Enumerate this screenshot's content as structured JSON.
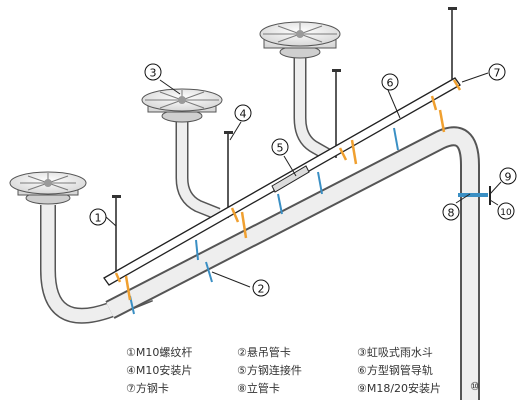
{
  "diagram": {
    "callouts": [
      {
        "id": "c1",
        "num": "1"
      },
      {
        "id": "c2",
        "num": "2"
      },
      {
        "id": "c3",
        "num": "3"
      },
      {
        "id": "c4",
        "num": "4"
      },
      {
        "id": "c5",
        "num": "5"
      },
      {
        "id": "c6",
        "num": "6"
      },
      {
        "id": "c7",
        "num": "7"
      },
      {
        "id": "c8",
        "num": "8"
      },
      {
        "id": "c9",
        "num": "9"
      },
      {
        "id": "c10",
        "num": "10"
      }
    ],
    "legend": [
      "①M10螺纹杆",
      "②悬吊管卡",
      "③虹吸式雨水斗",
      "④M10安装片",
      "⑤方钢连接件",
      "⑥方型钢管导轨",
      "⑦方钢卡",
      "⑧立管卡",
      "⑨M18/20安装片",
      "⑩"
    ],
    "colors": {
      "pipe_fill": "#eeeeee",
      "pipe_stroke": "#555555",
      "rail_stroke": "#222222",
      "clamp_blue": "#3a8fc4",
      "clamp_orange": "#f0a030",
      "callout_circle_fill": "#ffffff",
      "callout_stroke": "#111111"
    }
  }
}
